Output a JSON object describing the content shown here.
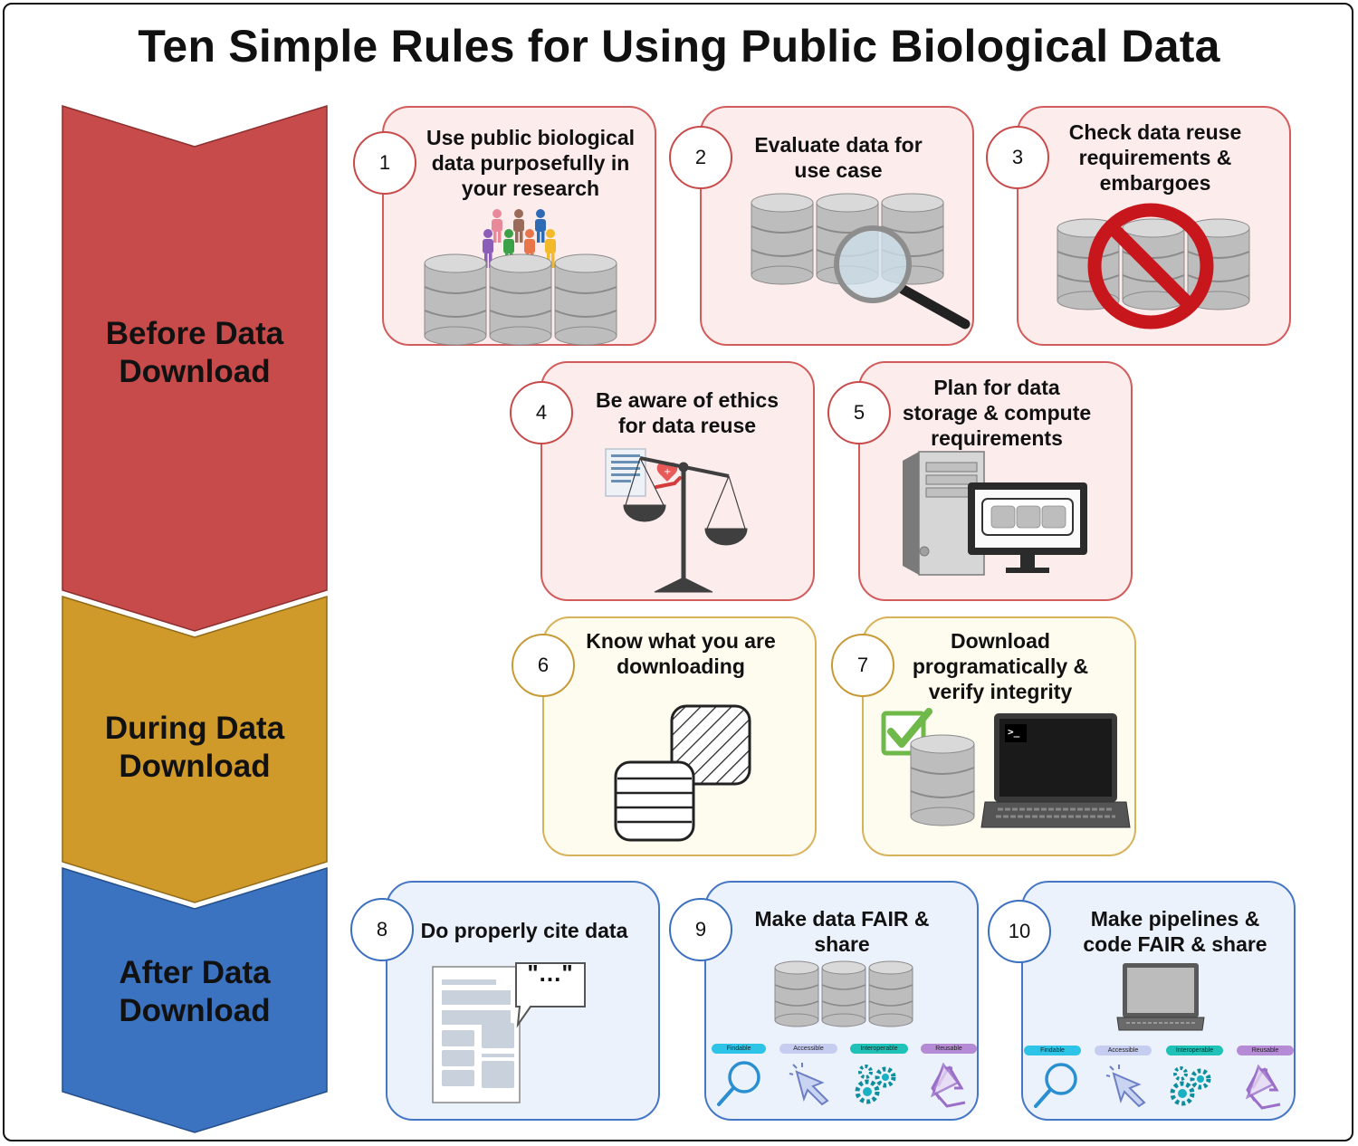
{
  "title": "Ten Simple Rules for Using Public Biological Data",
  "colors": {
    "before": "#c84b4b",
    "during": "#cf9a2a",
    "after": "#3b73c0",
    "findable": "#2ec4e8",
    "accessible": "#c5cdf0",
    "interoperable": "#20c2b8",
    "reusable": "#b58bd6"
  },
  "phases": [
    {
      "label": "Before Data\nDownload"
    },
    {
      "label": "During Data\nDownload"
    },
    {
      "label": "After Data\nDownload"
    }
  ],
  "rules": [
    {
      "number": "1",
      "title": "Use public biological\ndata purposefully in\nyour research"
    },
    {
      "number": "2",
      "title": "Evaluate data for\nuse case"
    },
    {
      "number": "3",
      "title": "Check data reuse\nrequirements &\nembargoes"
    },
    {
      "number": "4",
      "title": "Be aware of ethics\nfor data reuse"
    },
    {
      "number": "5",
      "title": "Plan for data\nstorage & compute\nrequirements"
    },
    {
      "number": "6",
      "title": "Know what you are\ndownloading"
    },
    {
      "number": "7",
      "title": "Download\nprogramatically &\nverify integrity"
    },
    {
      "number": "8",
      "title": "Do properly cite data"
    },
    {
      "number": "9",
      "title": "Make data FAIR &\nshare"
    },
    {
      "number": "10",
      "title": "Make pipelines &\ncode FAIR & share"
    }
  ],
  "fair_labels": [
    "Findable",
    "Accessible",
    "Interoperable",
    "Reusable"
  ],
  "quote_text": "\"...\"",
  "terminal_prompt": ">_"
}
